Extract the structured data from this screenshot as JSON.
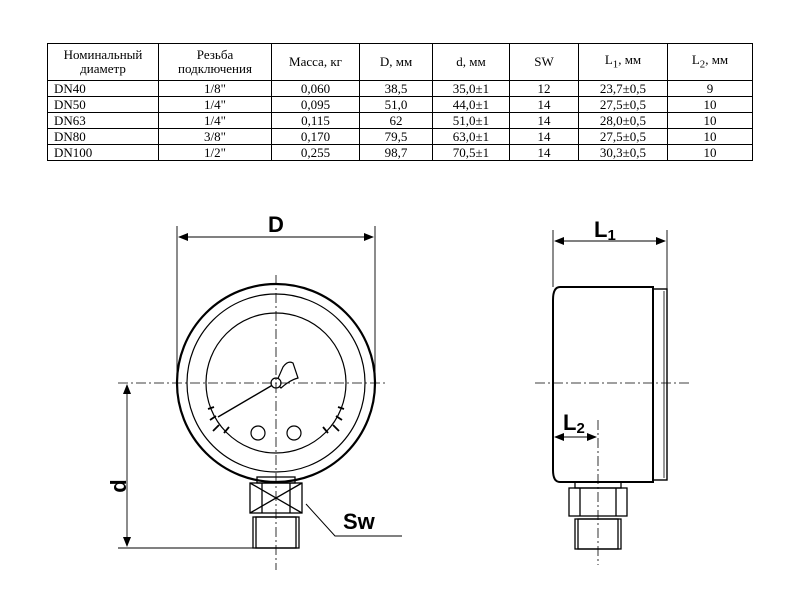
{
  "table": {
    "headers": [
      [
        "Номинальный",
        "диаметр"
      ],
      [
        "Резьба",
        "подключения"
      ],
      [
        "Масса, кг"
      ],
      [
        "D, мм"
      ],
      [
        "d, мм"
      ],
      [
        "SW"
      ],
      [
        "L",
        "1",
        ", мм"
      ],
      [
        "L",
        "2",
        ", мм"
      ]
    ],
    "rows": [
      [
        "DN40",
        "1/8\"",
        "0,060",
        "38,5",
        "35,0±1",
        "12",
        "23,7±0,5",
        "9"
      ],
      [
        "DN50",
        "1/4\"",
        "0,095",
        "51,0",
        "44,0±1",
        "14",
        "27,5±0,5",
        "10"
      ],
      [
        "DN63",
        "1/4\"",
        "0,115",
        "62",
        "51,0±1",
        "14",
        "28,0±0,5",
        "10"
      ],
      [
        "DN80",
        "3/8\"",
        "0,170",
        "79,5",
        "63,0±1",
        "14",
        "27,5±0,5",
        "10"
      ],
      [
        "DN100",
        "1/2\"",
        "0,255",
        "98,7",
        "70,5±1",
        "14",
        "30,3±0,5",
        "10"
      ]
    ]
  },
  "drawing": {
    "label_D": "D",
    "label_d": "d",
    "label_SW": "Sw",
    "label_L1": "L",
    "label_L1_sub": "1",
    "label_L2": "L",
    "label_L2_sub": "2"
  }
}
